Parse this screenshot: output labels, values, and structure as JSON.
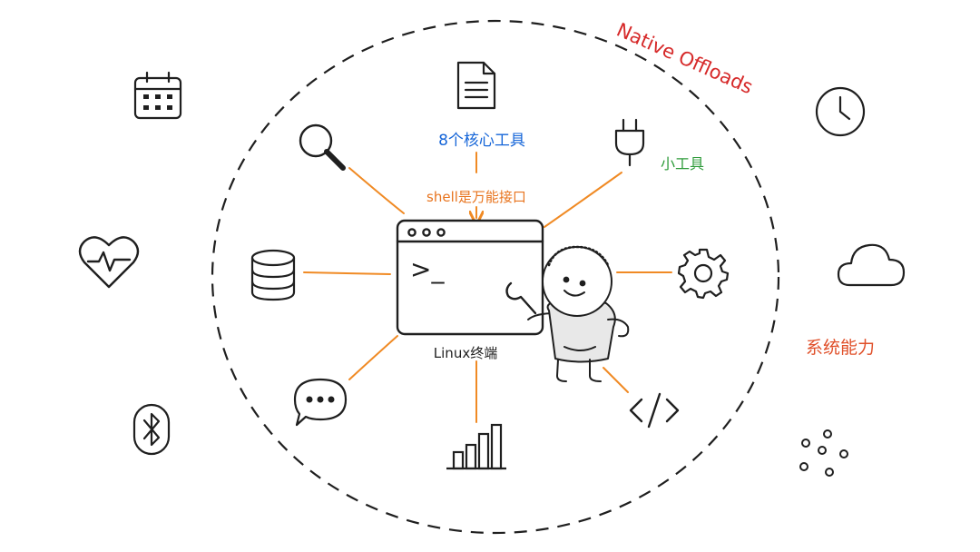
{
  "labels": {
    "native_offloads": "Native Offloads",
    "core_tools": "8个核心工具",
    "small_tools": "小工具",
    "shell_interface": "shell是万能接口",
    "linux_terminal": "Linux终端",
    "system_capabilities": "系统能力",
    "terminal_prompt": ">_"
  },
  "colors": {
    "ink": "#1f1f1f",
    "spoke": "#f08a24",
    "native_offloads": "#d62828",
    "core_tools": "#1565d8",
    "small_tools": "#2e9b3a",
    "shell_interface": "#e8741e",
    "system_capabilities": "#e0502a"
  },
  "inner_icons": [
    "document-icon",
    "plug-icon",
    "gear-icon",
    "code-icon",
    "bar-chart-icon",
    "chat-bubble-icon",
    "database-icon",
    "magnifier-icon"
  ],
  "outer_icons": [
    "calendar-icon",
    "clock-icon",
    "heart-pulse-icon",
    "cloud-icon",
    "bluetooth-icon",
    "dots-cluster-icon"
  ]
}
